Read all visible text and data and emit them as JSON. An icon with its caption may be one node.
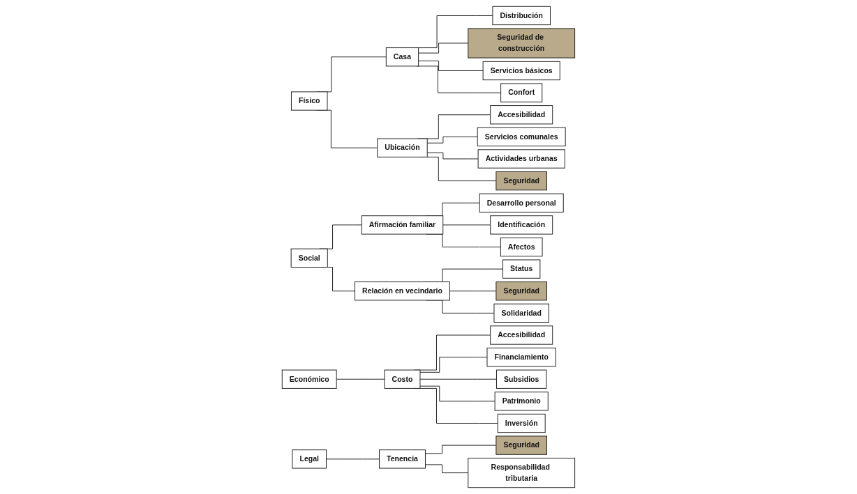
{
  "diagram": {
    "nodes": [
      {
        "text": [
          "Físico"
        ]
      },
      {
        "text": [
          "Casa"
        ]
      },
      {
        "text": [
          "Ubicación"
        ]
      },
      {
        "text": [
          "Distribución"
        ]
      },
      {
        "text": [
          "Seguridad de construcción"
        ]
      },
      {
        "text": [
          "Servicios básicos"
        ]
      },
      {
        "text": [
          "Confort"
        ]
      },
      {
        "text": [
          "Accesibilidad"
        ]
      },
      {
        "text": [
          "Servicios comunales"
        ]
      },
      {
        "text": [
          "Actividades urbanas"
        ]
      },
      {
        "text": [
          "Seguridad"
        ]
      },
      {
        "text": [
          "Social"
        ]
      },
      {
        "text": [
          "Afirmación familiar"
        ]
      },
      {
        "text": [
          "Relación en vecindario"
        ]
      },
      {
        "text": [
          "Desarrollo personal"
        ]
      },
      {
        "text": [
          "Identificación"
        ]
      },
      {
        "text": [
          "Afectos"
        ]
      },
      {
        "text": [
          "Status"
        ]
      },
      {
        "text": [
          "Seguridad"
        ]
      },
      {
        "text": [
          "Solidaridad"
        ]
      },
      {
        "text": [
          "Económico"
        ]
      },
      {
        "text": [
          "Costo"
        ]
      },
      {
        "text": [
          "Accesibilidad"
        ]
      },
      {
        "text": [
          "Financiamiento"
        ]
      },
      {
        "text": [
          "Subsidios"
        ]
      },
      {
        "text": [
          "Patrimonio"
        ]
      },
      {
        "text": [
          "Inversión"
        ]
      },
      {
        "text": [
          "Legal"
        ]
      },
      {
        "text": [
          "Tenencia"
        ]
      },
      {
        "text": [
          "Seguridad"
        ]
      },
      {
        "text": [
          "Responsabilidad tributaria"
        ]
      }
    ],
    "edges": [
      {
        "from": 0,
        "to": 1,
        "arrow": "none"
      },
      {
        "from": 0,
        "to": 2,
        "arrow": "none"
      },
      {
        "from": 1,
        "to": 3,
        "arrow": "none"
      },
      {
        "from": 1,
        "to": 4,
        "arrow": "none"
      },
      {
        "from": 1,
        "to": 5,
        "arrow": "none"
      },
      {
        "from": 1,
        "to": 6,
        "arrow": "none"
      },
      {
        "from": 2,
        "to": 7,
        "arrow": "none"
      },
      {
        "from": 2,
        "to": 8,
        "arrow": "none"
      },
      {
        "from": 2,
        "to": 9,
        "arrow": "none"
      },
      {
        "from": 2,
        "to": 10,
        "arrow": "none"
      },
      {
        "from": 11,
        "to": 12,
        "arrow": "none"
      },
      {
        "from": 11,
        "to": 13,
        "arrow": "none"
      },
      {
        "from": 12,
        "to": 14,
        "arrow": "none"
      },
      {
        "from": 12,
        "to": 15,
        "arrow": "none"
      },
      {
        "from": 12,
        "to": 16,
        "arrow": "none"
      },
      {
        "from": 13,
        "to": 17,
        "arrow": "none"
      },
      {
        "from": 13,
        "to": 18,
        "arrow": "none"
      },
      {
        "from": 13,
        "to": 19,
        "arrow": "none"
      },
      {
        "from": 20,
        "to": 21,
        "arrow": "none"
      },
      {
        "from": 21,
        "to": 22,
        "arrow": "none"
      },
      {
        "from": 21,
        "to": 23,
        "arrow": "none"
      },
      {
        "from": 21,
        "to": 24,
        "arrow": "none"
      },
      {
        "from": 21,
        "to": 25,
        "arrow": "none"
      },
      {
        "from": 21,
        "to": 26,
        "arrow": "none"
      },
      {
        "from": 27,
        "to": 28,
        "arrow": "none"
      },
      {
        "from": 28,
        "to": 29,
        "arrow": "none"
      },
      {
        "from": 28,
        "to": 30,
        "arrow": "none"
      }
    ]
  }
}
